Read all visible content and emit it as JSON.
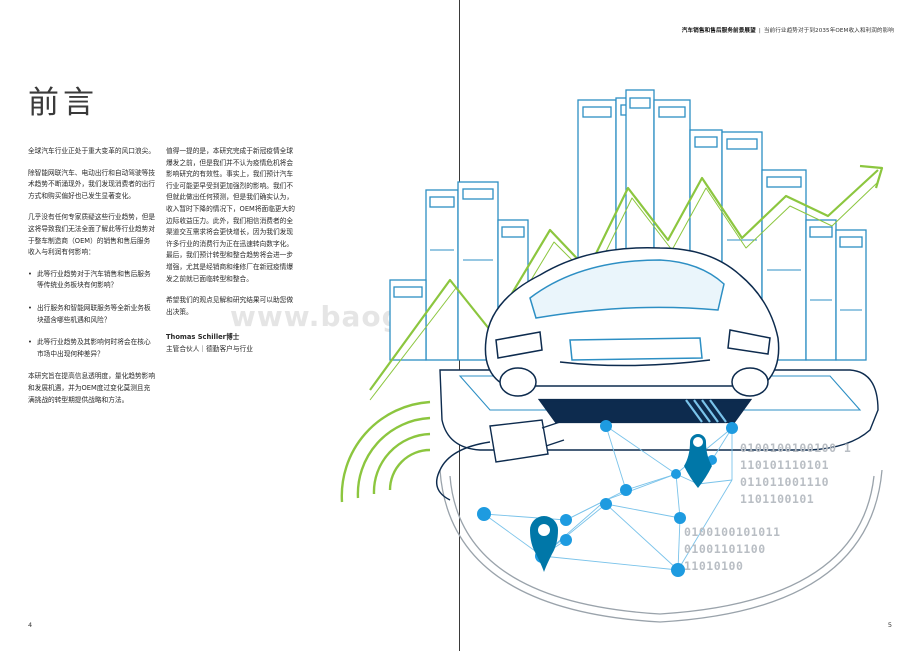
{
  "header": {
    "title_bold": "汽车销售和售后服务前景展望",
    "separator": "|",
    "subtitle": "当前行业趋势对于到2035年OEM收入和利润的影响"
  },
  "heading": "前言",
  "left_column": {
    "p1": "全球汽车行业正处于重大变革的风口浪尖。",
    "p2": "除智能网联汽车、电动出行和自动驾驶等技术趋势不断涌现外，我们发现消费者的出行方式和购买偏好也已发生显著变化。",
    "p3": "几乎没有任何专家质疑这些行业趋势，但是这将导致我们无法全面了解此等行业趋势对于整车制造商（OEM）的销售和售后服务收入与利润有何影响：",
    "bullets": [
      "此等行业趋势对于汽车销售和售后服务等传统业务板块有何影响？",
      "出行服务和智能网联服务等全新业务板块蕴含哪些机遇和风险？",
      "此等行业趋势及其影响何时将会在核心市场中出现何种差异？"
    ],
    "p4": "本研究旨在提高信息透明度，量化趋势影响和发展机遇，并为OEM度过变化莫测且充满挑战的转型期提供战略和方法。"
  },
  "middle_column": {
    "p1": "值得一提的是，本研究完成于新冠疫情全球爆发之前，但是我们并不认为疫情危机将会影响研究的有效性。事实上，我们预计汽车行业可能更早受到更加强烈的影响。我们不但就此做出任何预测，但是我们确实认为，收入暂时下降的情况下，OEM将面临更大的边际收益压力。此外，我们相信消费者的全渠道交互需求将会更快增长，因为我们发现许多行业的消费行为正在迅速转向数字化。最后，我们预计转型和整合趋势将会进一步增强，尤其是经销商和维修厂在新冠疫情爆发之前就已面临转型和整合。",
    "p2": "希望我们的观点见解和研究结果可以助您做出决策。",
    "author_name": "Thomas Schiller博士",
    "author_title": "主管合伙人｜德勤客户与行业"
  },
  "watermark": "www.baogao8.com",
  "page_numbers": {
    "left": "4",
    "right": "5"
  },
  "illustration": {
    "binary_lines": [
      "0100100100100 1",
      "110101110101",
      "011011001110",
      "1101100101",
      "0100100101011",
      "01001101100",
      "11010100"
    ],
    "colors": {
      "line_blue": "#2d8fc4",
      "navy": "#0d2b4e",
      "green": "#8cc63f",
      "node": "#1e9be0",
      "pin": "#0077a8",
      "grey": "#9aa3ab"
    }
  }
}
